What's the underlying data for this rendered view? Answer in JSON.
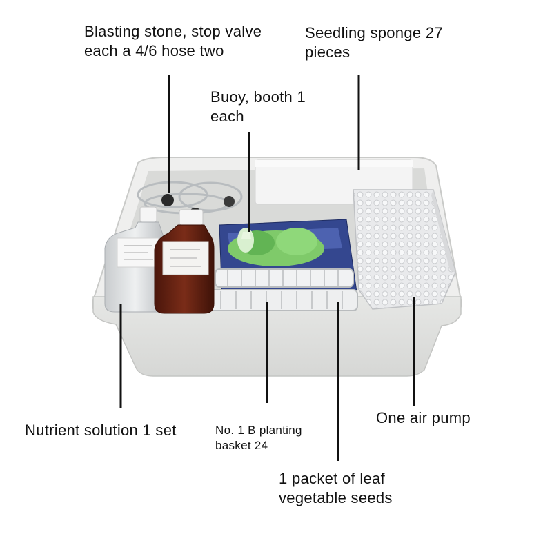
{
  "labels": {
    "blasting_stone": "Blasting stone, stop valve each a 4/6 hose two",
    "seedling_sponge": "Seedling sponge 27 pieces",
    "buoy": "Buoy, booth 1 each",
    "nutrient_solution": "Nutrient solution 1 set",
    "planting_basket": "No. 1 B planting basket 24",
    "air_pump": "One air pump",
    "seeds": "1 packet of leaf vegetable seeds"
  },
  "colors": {
    "tray": "#e3e4e2",
    "leader_line": "#111111",
    "brown_bottle": "#6a2414",
    "seed_packet": "#34478f",
    "seedling_green": "#7fca6a"
  }
}
